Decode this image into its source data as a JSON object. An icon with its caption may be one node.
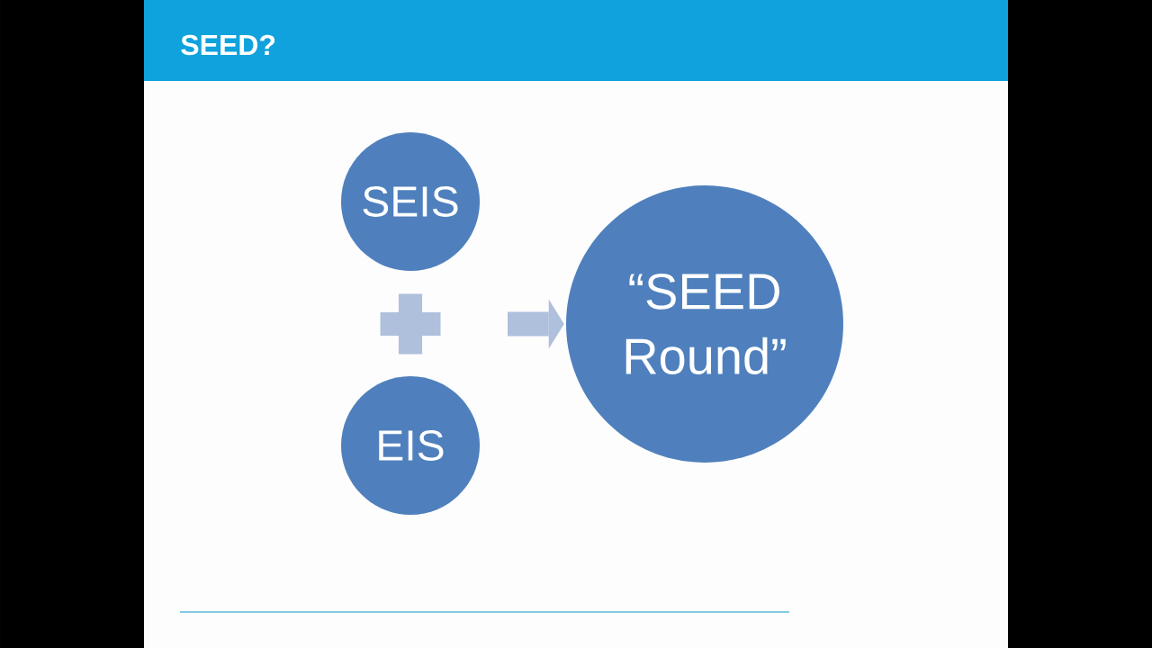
{
  "diagram": {
    "title": "SEED?",
    "nodes": [
      {
        "text": [
          "SEIS"
        ]
      },
      {
        "text": [
          "EIS"
        ]
      },
      {
        "text": [
          "“SEED Round”"
        ]
      }
    ],
    "edges": [
      {
        "from": null,
        "to": 2,
        "arrow": "to"
      }
    ]
  }
}
